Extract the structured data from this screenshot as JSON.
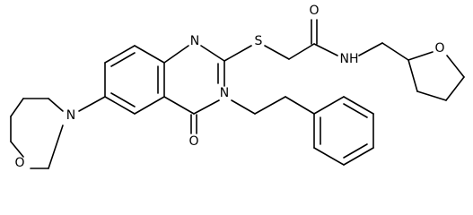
{
  "structure": {
    "atoms": {
      "morpholine_o": "O",
      "morpholine_n": "N",
      "quinazoline_n1": "N",
      "quinazoline_n3": "N",
      "carbonyl_o_ring": "O",
      "thioether_s": "S",
      "amide_o": "O",
      "amide_n": "N",
      "amide_h": "H",
      "thf_o": "O"
    }
  },
  "colors": {
    "bond": "#000000",
    "label": "#000000",
    "background": "#ffffff"
  }
}
